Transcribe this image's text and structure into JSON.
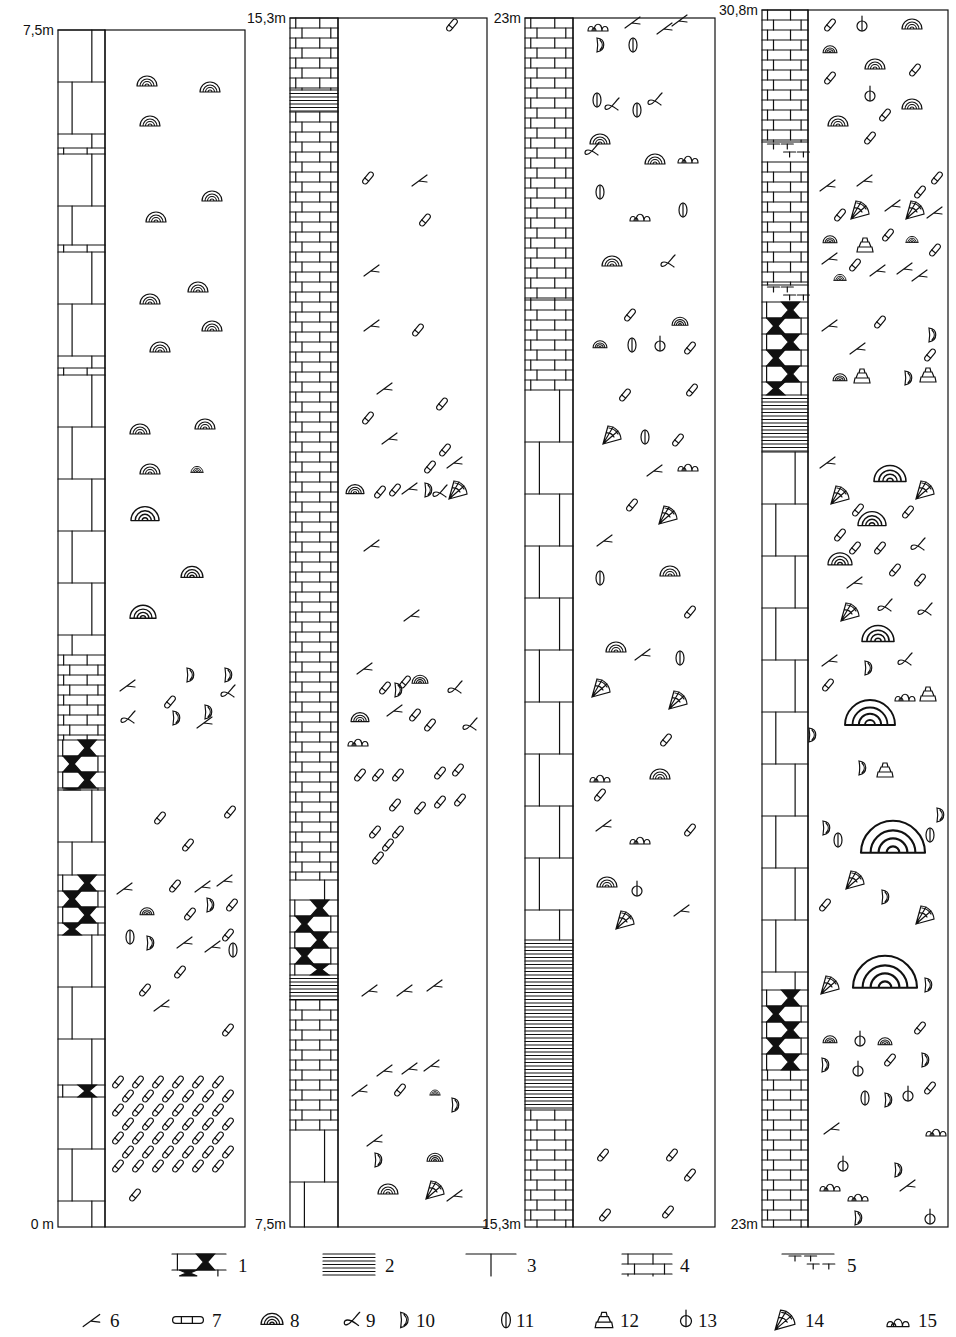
{
  "diagram": {
    "labels": [
      "7,5m",
      "0 m",
      "15,3m",
      "7,5m",
      "23m",
      "15,3m",
      "30,8m",
      "23m"
    ],
    "legend": [
      {
        "text": "1"
      },
      {
        "text": "2"
      },
      {
        "text": "3"
      },
      {
        "text": "4"
      },
      {
        "text": "5"
      },
      {
        "text": "6"
      },
      {
        "text": "7"
      },
      {
        "text": "8"
      },
      {
        "text": "9"
      },
      {
        "text": "10"
      },
      {
        "text": "11"
      },
      {
        "text": "12"
      },
      {
        "text": "13"
      },
      {
        "text": "14"
      },
      {
        "text": "15"
      }
    ]
  }
}
